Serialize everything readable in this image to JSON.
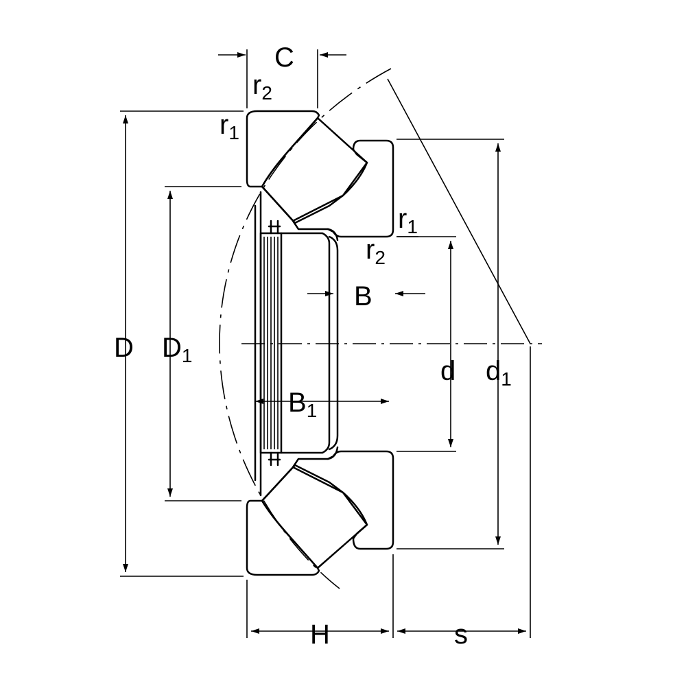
{
  "labels": {
    "C": "C",
    "r2_top": {
      "base": "r",
      "sub": "2"
    },
    "r1_top": {
      "base": "r",
      "sub": "1"
    },
    "r1_mid": {
      "base": "r",
      "sub": "1"
    },
    "r2_mid": {
      "base": "r",
      "sub": "2"
    },
    "B": "B",
    "B1": {
      "base": "B",
      "sub": "1"
    },
    "D": "D",
    "D1": {
      "base": "D",
      "sub": "1"
    },
    "d": "d",
    "d1": {
      "base": "d",
      "sub": "1"
    },
    "H": "H",
    "s": "s"
  }
}
